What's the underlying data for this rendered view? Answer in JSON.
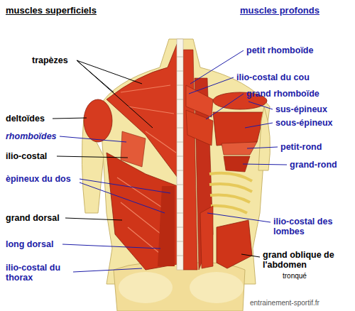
{
  "diagram": {
    "labels": [
      "muscles superficiels",
      "muscles profonds",
      "trapèzes",
      "deltoïdes",
      "rhomboïdes",
      "ilio-costal",
      "èpineux du dos",
      "grand dorsal",
      "long dorsal",
      "ilio-costal du thorax",
      "petit rhomboïde",
      "ilio-costal du cou",
      "grand rhomboïde",
      "sus-épineux",
      "sous-épineux",
      "petit-rond",
      "grand-rond",
      "ilio-costal des lombes",
      "grand oblique de l'abdomen",
      "tronqué",
      "entrainement-sportif.fr"
    ]
  }
}
